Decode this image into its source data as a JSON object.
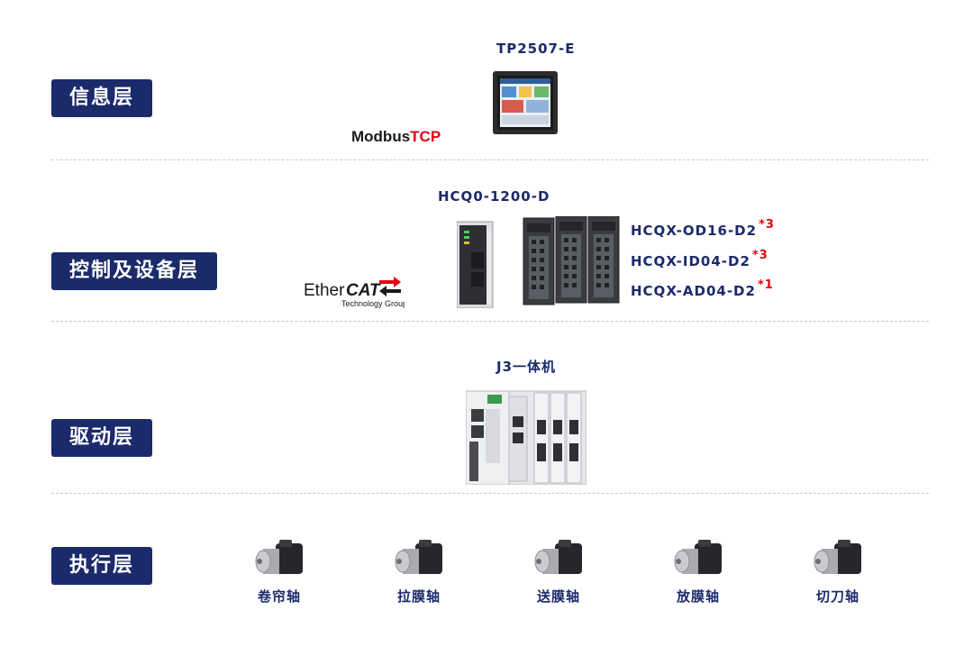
{
  "layers": [
    {
      "label": "信息层"
    },
    {
      "label": "控制及设备层"
    },
    {
      "label": "驱动层"
    },
    {
      "label": "执行层"
    }
  ],
  "info_layer": {
    "device_title": "TP2507-E",
    "protocol_part1": "Modbus",
    "protocol_part2": "TCP"
  },
  "control_layer": {
    "device_title": "HCQ0-1200-D",
    "protocol_main": "EtherCAT",
    "protocol_bold": "CAT",
    "protocol_sub": "Technology Group",
    "modules": [
      {
        "name": "HCQX-OD16-D2",
        "note": "*3"
      },
      {
        "name": "HCQX-ID04-D2",
        "note": "*3"
      },
      {
        "name": "HCQX-AD04-D2",
        "note": "*1"
      }
    ]
  },
  "drive_layer": {
    "device_title": "J3一体机"
  },
  "exec_layer": {
    "axes": [
      {
        "label": "卷帘轴"
      },
      {
        "label": "拉膜轴"
      },
      {
        "label": "送膜轴"
      },
      {
        "label": "放膜轴"
      },
      {
        "label": "切刀轴"
      }
    ]
  },
  "colors": {
    "navy": "#1b2a6b",
    "red": "#e60012",
    "divider": "#c7c9cf"
  }
}
